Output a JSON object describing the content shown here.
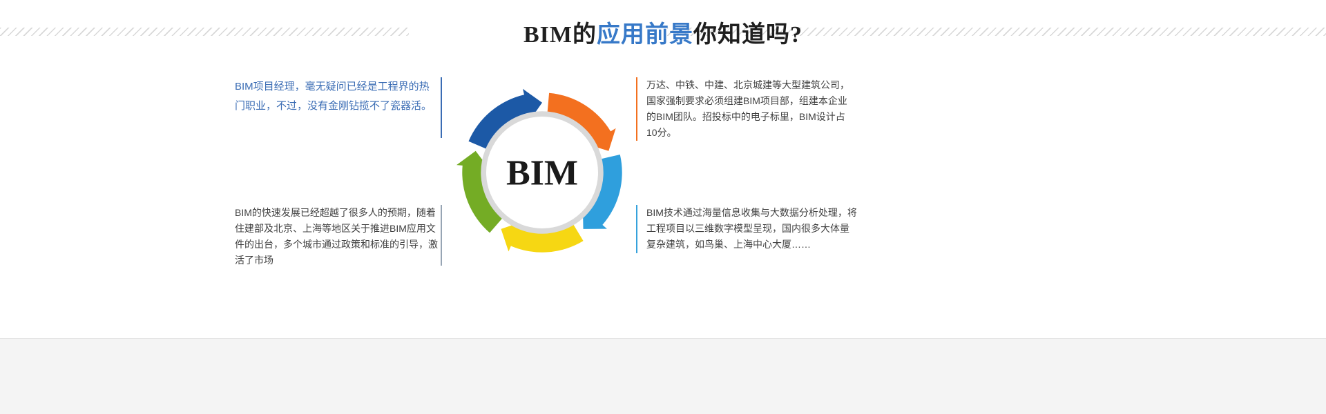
{
  "header": {
    "title_pre": "BIM的",
    "title_highlight": "应用前景",
    "title_post": "你知道吗?",
    "highlight_color": "#3779c8"
  },
  "diagram": {
    "center_label": "BIM",
    "disc_border_color": "#d9d9d9",
    "segments": [
      {
        "name": "orange",
        "color": "#f3701f",
        "start": 5,
        "end": 59
      },
      {
        "name": "light-blue",
        "color": "#2f9fdd",
        "start": 77,
        "end": 131
      },
      {
        "name": "yellow",
        "color": "#f6d713",
        "start": 149,
        "end": 203
      },
      {
        "name": "green",
        "color": "#74ac25",
        "start": 221,
        "end": 275
      },
      {
        "name": "dark-blue",
        "color": "#1c59a6",
        "start": 293,
        "end": 347
      }
    ]
  },
  "notes": [
    {
      "position": "top-left",
      "text": "BIM项目经理，毫无疑问已经是工程界的热门职业，不过，没有金刚钻揽不了瓷器活。",
      "text_color": "#3a6cb4",
      "accent_color": "#3a6cb4"
    },
    {
      "position": "top-right",
      "text": "万达、中铁、中建、北京城建等大型建筑公司，国家强制要求必须组建BIM项目部，组建本企业的BIM团队。招投标中的电子标里，BIM设计占10分。",
      "text_color": "#3f3f3f",
      "accent_color": "#f3701f"
    },
    {
      "position": "bottom-left",
      "text": "BIM的快速发展已经超越了很多人的预期，随着住建部及北京、上海等地区关于推进BIM应用文件的出台，多个城市通过政策和标准的引导，激活了市场",
      "text_color": "#3f3f3f",
      "accent_color": "#97a5b4"
    },
    {
      "position": "bottom-right",
      "text": "BIM技术通过海量信息收集与大数据分析处理，将工程项目以三维数字模型呈现，国内很多大体量复杂建筑，如鸟巢、上海中心大厦……",
      "text_color": "#3f3f3f",
      "accent_color": "#36a2dc"
    }
  ]
}
